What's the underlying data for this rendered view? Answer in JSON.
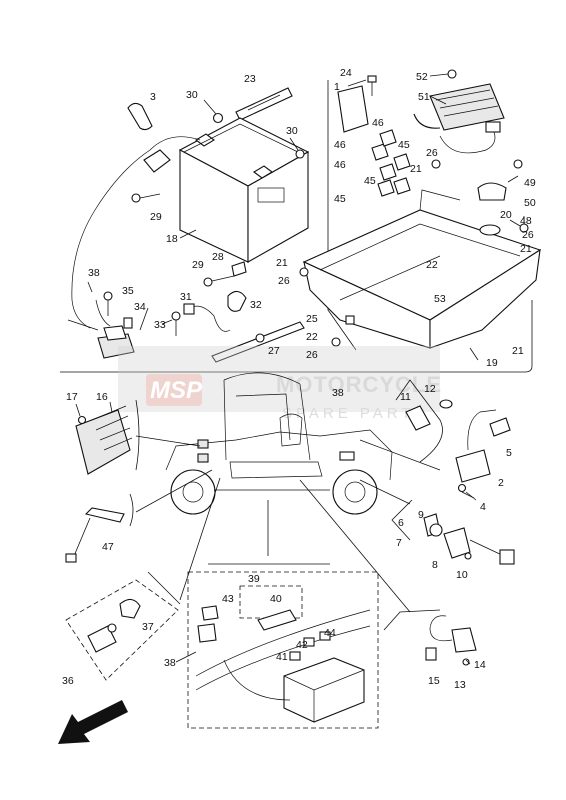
{
  "diagram": {
    "labels": [
      "1",
      "2",
      "3",
      "4",
      "5",
      "6",
      "7",
      "8",
      "9",
      "10",
      "11",
      "12",
      "13",
      "14",
      "15",
      "16",
      "17",
      "18",
      "19",
      "20",
      "21",
      "22",
      "23",
      "24",
      "25",
      "26",
      "27",
      "28",
      "29",
      "30",
      "31",
      "32",
      "33",
      "34",
      "35",
      "36",
      "37",
      "38",
      "39",
      "40",
      "41",
      "42",
      "43",
      "44",
      "45",
      "46",
      "47",
      "48",
      "49",
      "50",
      "51",
      "52",
      "53"
    ]
  },
  "watermark": {
    "badge": "MSP",
    "line1": "MOTORCYCLE",
    "line2": "SPARE PARTS"
  },
  "colors": {
    "line": "#111111",
    "watermark_band": "#cfcfcf",
    "watermark_badge": "#f0c8c0"
  },
  "icons": {
    "direction": "front-direction-arrow-icon"
  }
}
